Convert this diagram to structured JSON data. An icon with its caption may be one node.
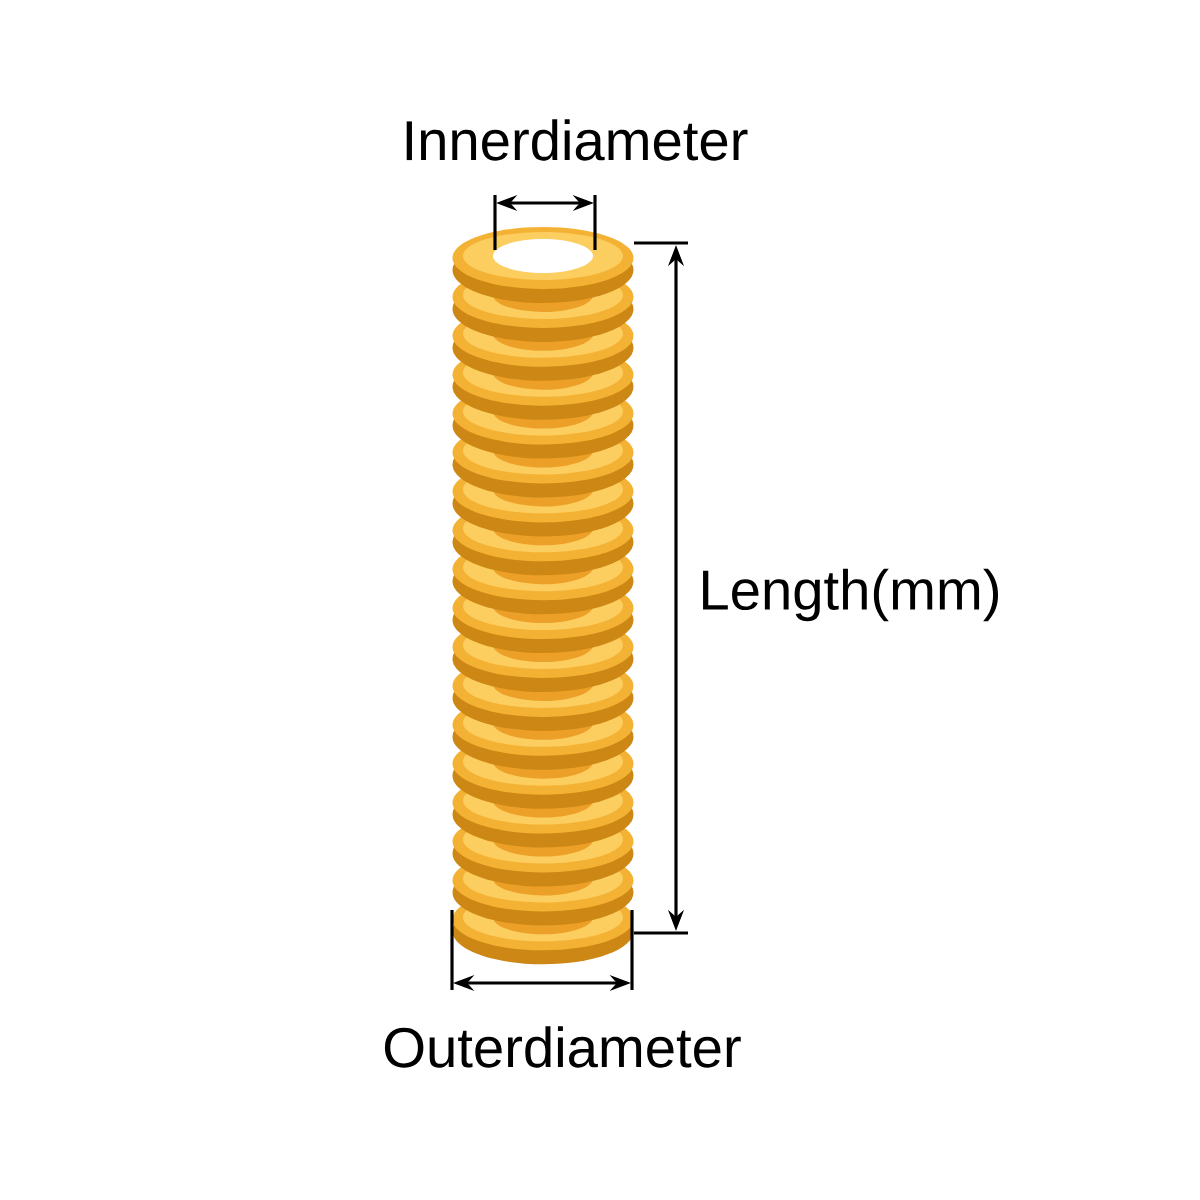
{
  "diagram": {
    "labels": [
      "Innerdiameter",
      "Length(mm)",
      "Outerdiameter"
    ]
  }
}
